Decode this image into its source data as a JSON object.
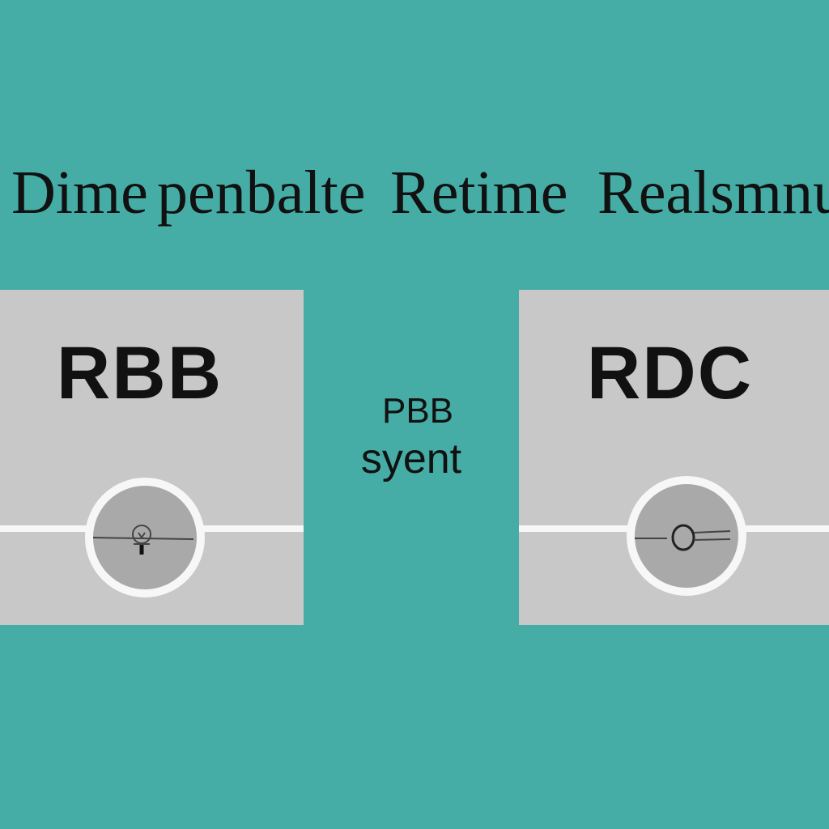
{
  "title": {
    "words": [
      "Dime",
      "penbalte",
      "Retime",
      "Realsmnu"
    ]
  },
  "panels": {
    "left": {
      "label": "RBB"
    },
    "right": {
      "label": "RDC"
    }
  },
  "center": {
    "line1": "PBB",
    "line2": "syent"
  },
  "colors": {
    "background": "#45ada6",
    "panel": "#c8c8c8",
    "rail": "#f7f7f7",
    "node_fill": "#a9a9a9",
    "text": "#111111"
  },
  "icons": {
    "left_node": "gauge-icon",
    "right_node": "ring-icon"
  }
}
